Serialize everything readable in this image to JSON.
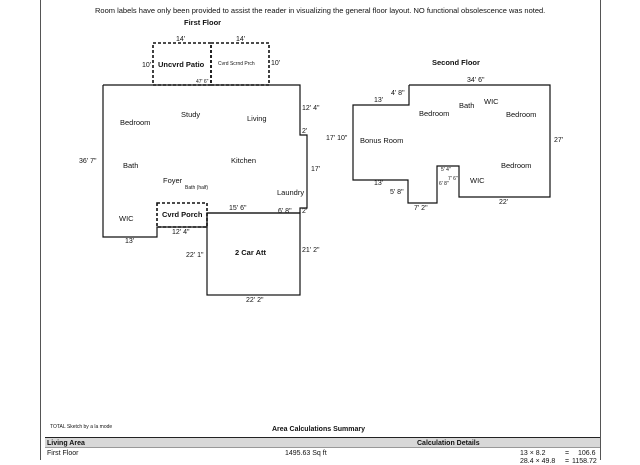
{
  "header_note": "Room labels have only been provided to assist the reader in visualizing the general floor layout. NO functional obsolescence was noted.",
  "first_floor": {
    "title": "First Floor",
    "patio_label": "Uncvrd Patio",
    "screened_porch_label": "Cvrd Scrnd Prch",
    "rooms": {
      "bedroom": "Bedroom",
      "study": "Study",
      "living": "Living",
      "bath": "Bath",
      "kitchen": "Kitchen",
      "foyer": "Foyer",
      "bath_half": "Bath (half)",
      "laundry": "Laundry",
      "wic": "WIC",
      "cvrd_porch": "Cvrd Porch",
      "garage": "2 Car Att"
    },
    "dims": {
      "patio_width": "14'",
      "porch_width": "14'",
      "patio_depth": "10'",
      "porch_depth": "10'",
      "inner_small": "47' 6\"",
      "right_top": "12' 4\"",
      "left_height": "36' 7\"",
      "notch": "2'",
      "right_mid": "17'",
      "bottom_mid": "15' 6\"",
      "bottom_right": "6' 8\"",
      "notch_right": "2'",
      "bottom_left": "13'",
      "porch_bottom": "12' 4\"",
      "garage_left": "22' 1\"",
      "garage_right": "21' 2\"",
      "garage_bottom": "22' 2\""
    }
  },
  "second_floor": {
    "title": "Second Floor",
    "rooms": {
      "bath": "Bath",
      "wic_top": "WIC",
      "bedroom_left": "Bedroom",
      "bedroom_right": "Bedroom",
      "bonus": "Bonus Room",
      "bedroom_bottom": "Bedroom",
      "wic_bottom": "WIC"
    },
    "dims": {
      "top": "34' 6\"",
      "step_top": "4' 8\"",
      "left_top": "13'",
      "left_height": "17' 10\"",
      "right_height": "27'",
      "left_bottom": "13'",
      "step_bottom": "5' 8\"",
      "bottom_left": "7' 2\"",
      "bottom_right": "22'",
      "small_a": "5' 4\"",
      "small_b": "7' 6\"",
      "small_c": "6' 8\""
    }
  },
  "footer": {
    "sketch_credit": "TOTAL Sketch by a la mode",
    "summary_title": "Area Calculations Summary",
    "col_living_area": "Living Area",
    "col_calc_details": "Calculation Details",
    "row_label": "First Floor",
    "row_value": "1495.63 Sq ft",
    "calc_expr": "13 × 8.2",
    "calc_eq": "=",
    "calc_result": "106.6",
    "calc_expr2": "28.4 × 49.8",
    "calc_eq2": "=",
    "calc_result2": "1158.72"
  }
}
